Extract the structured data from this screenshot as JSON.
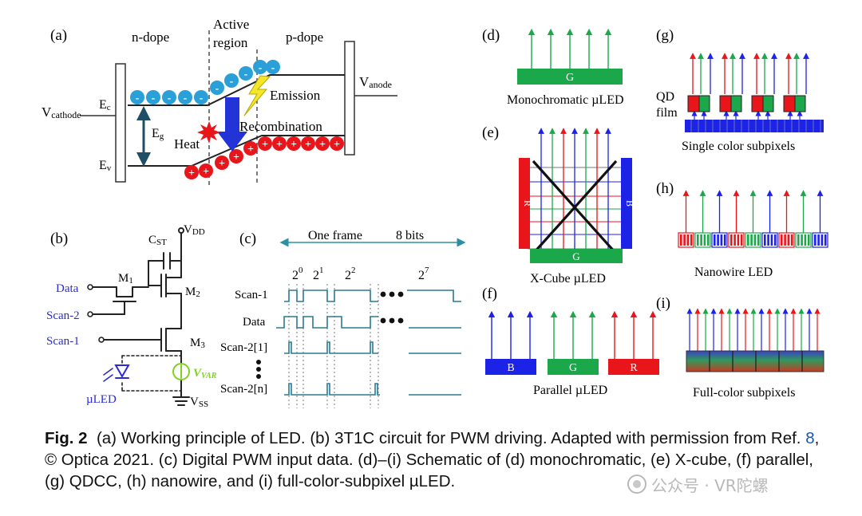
{
  "panels": {
    "a": {
      "label": "(a)",
      "n_dope": "n-dope",
      "active_1": "Active",
      "active_2": "region",
      "p_dope": "p-dope",
      "v_cathode_main": "V",
      "v_cathode_sub": "cathode",
      "v_anode_main": "V",
      "v_anode_sub": "anode",
      "ec_main": "E",
      "ec_sub": "c",
      "ev_main": "E",
      "ev_sub": "v",
      "eg_main": "E",
      "eg_sub": "g",
      "emission": "Emission",
      "recombination": "Recombination",
      "heat": "Heat",
      "electron_sign": "-",
      "hole_sign": "+"
    },
    "b": {
      "label": "(b)",
      "vdd_main": "V",
      "vdd_sub": "DD",
      "cst_main": "C",
      "cst_sub": "ST",
      "m1_main": "M",
      "m1_sub": "1",
      "m2_main": "M",
      "m2_sub": "2",
      "m3_main": "M",
      "m3_sub": "3",
      "data": "Data",
      "scan2": "Scan-2",
      "scan1": "Scan-1",
      "vvar_main": "V",
      "vvar_sub": "VAR",
      "uled": "µLED",
      "vss_main": "V",
      "vss_sub": "SS"
    },
    "c": {
      "label": "(c)",
      "one_frame": "One frame",
      "bits": "8 bits",
      "p0_base": "2",
      "p0_exp": "0",
      "p1_base": "2",
      "p1_exp": "1",
      "p2_base": "2",
      "p2_exp": "2",
      "p7_base": "2",
      "p7_exp": "7",
      "rows": [
        "Scan-1",
        "Data",
        "Scan-2[1]",
        "Scan-2[n]"
      ]
    },
    "d": {
      "label": "(d)",
      "g": "G",
      "caption": "Monochromatic µLED"
    },
    "e": {
      "label": "(e)",
      "r": "R",
      "g": "G",
      "b": "B",
      "caption": "X-Cube µLED"
    },
    "f": {
      "label": "(f)",
      "b": "B",
      "g": "G",
      "r": "R",
      "caption": "Parallel µLED"
    },
    "g": {
      "label": "(g)",
      "qd_1": "QD",
      "qd_2": "film",
      "caption": "Single color subpixels"
    },
    "h": {
      "label": "(h)",
      "caption": "Nanowire LED"
    },
    "i": {
      "label": "(i)",
      "caption": "Full-color subpixels"
    }
  },
  "caption": {
    "fig_label": "Fig. 2",
    "part1": "(a) Working principle of LED. (b) 3T1C circuit for PWM driving. Adapted with permission from Ref.",
    "ref": "8",
    "part2": ", © Optica 2021. (c) Digital PWM input data. (d)–(i) Schematic of (d) monochromatic, (e) X-cube, (f) parallel, (g) QDCC, (h) nanowire, and (i) full-color-subpixel µLED."
  },
  "watermark": {
    "text": "公众号 · VR陀螺"
  },
  "colors": {
    "red": "#e8151b",
    "green": "#1aa84a",
    "blue": "#1c22e6",
    "electron": "#2a9fd8",
    "band": "#1f4f66",
    "circuit_blue": "#2b2bd6",
    "vvar": "#7ed321"
  }
}
